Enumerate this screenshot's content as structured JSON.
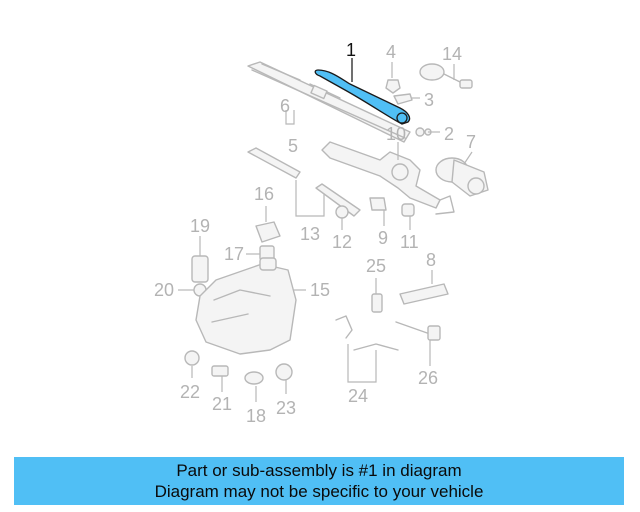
{
  "diagram": {
    "highlight_color": "#50bff5",
    "callouts": {
      "c1": "1",
      "c2": "2",
      "c3": "3",
      "c4": "4",
      "c5": "5",
      "c6": "6",
      "c7": "7",
      "c8": "8",
      "c9": "9",
      "c10": "10",
      "c11": "11",
      "c12": "12",
      "c13": "13",
      "c14": "14",
      "c15": "15",
      "c16": "16",
      "c17": "17",
      "c18": "18",
      "c19": "19",
      "c20": "20",
      "c21": "21",
      "c22": "22",
      "c23": "23",
      "c24": "24",
      "c25": "25",
      "c26": "26"
    }
  },
  "banner": {
    "line1": "Part or sub-assembly is #1 in diagram",
    "line2": "Diagram may not be specific to your vehicle",
    "background": "#50bff5"
  }
}
